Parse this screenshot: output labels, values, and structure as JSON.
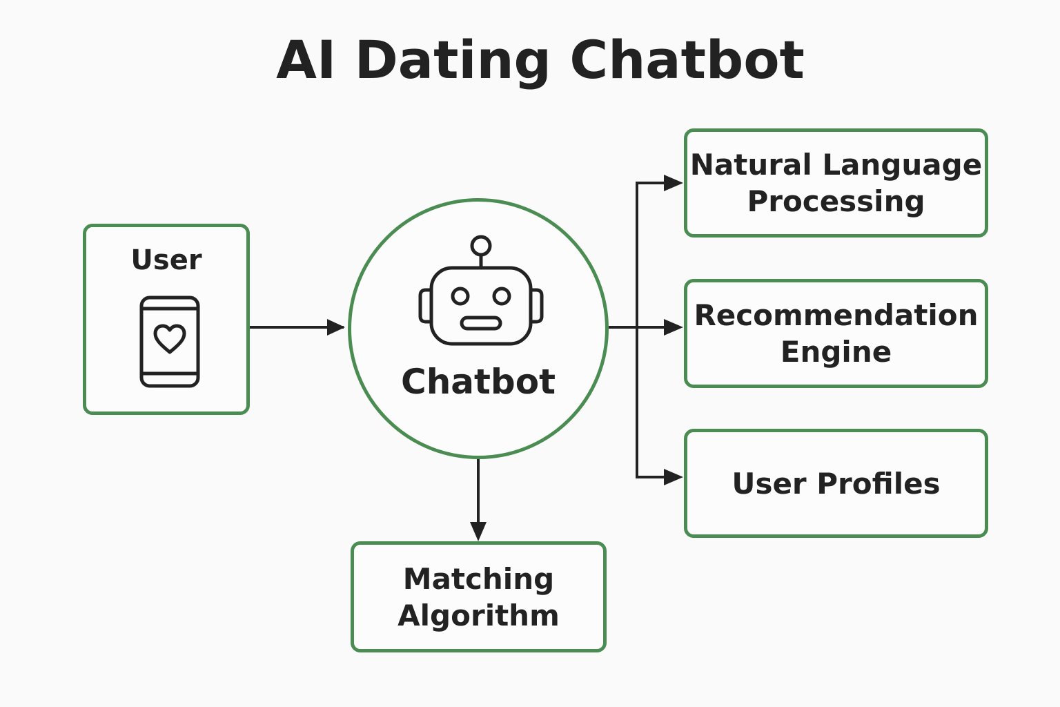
{
  "diagram": {
    "title": "AI Dating Chatbot",
    "nodes": {
      "user": {
        "label": "User",
        "icon": "phone-heart-icon"
      },
      "chatbot": {
        "label": "Chatbot",
        "icon": "robot-icon"
      },
      "nlp": {
        "line1": "Natural Language",
        "line2": "Processing"
      },
      "recommendation": {
        "line1": "Recommendation",
        "line2": "Engine"
      },
      "profiles": {
        "label": "User Profiles"
      },
      "matching": {
        "line1": "Matching",
        "line2": "Algorithm"
      }
    },
    "edges": [
      {
        "from": "User",
        "to": "Chatbot"
      },
      {
        "from": "Chatbot",
        "to": "Natural Language Processing"
      },
      {
        "from": "Chatbot",
        "to": "Recommendation Engine"
      },
      {
        "from": "Chatbot",
        "to": "User Profiles"
      },
      {
        "from": "Chatbot",
        "to": "Matching Algorithm"
      }
    ],
    "colors": {
      "box_border": "#4a8c52",
      "text": "#222222",
      "background": "#fafafa"
    }
  }
}
